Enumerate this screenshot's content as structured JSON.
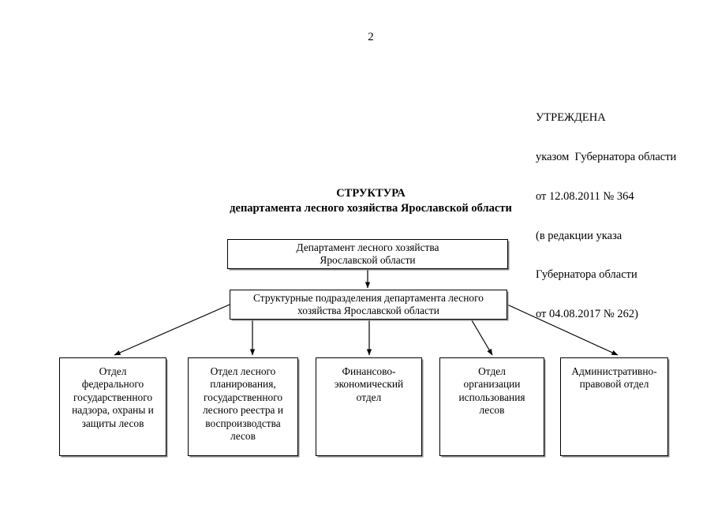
{
  "page": {
    "number": "2"
  },
  "approval": {
    "lines": [
      "УТРЕЖДЕНА",
      "указом  Губернатора области",
      "от 12.08.2011 № 364",
      "(в редакции указа",
      "Губернатора области",
      "от 04.08.2017 № 262)"
    ]
  },
  "title": {
    "main": "СТРУКТУРА",
    "sub": "департамента лесного хозяйства Ярославской области"
  },
  "chart_data": {
    "type": "diagram",
    "title": "СТРУКТУРА департамента лесного хозяйства Ярославской области",
    "orientation": "top-down",
    "nodes": [
      {
        "id": "n1",
        "label": "Департамент лесного хозяйства\nЯрославской области",
        "level": 0
      },
      {
        "id": "n2",
        "label": "Структурные подразделения департамента лесного\nхозяйства Ярославской области",
        "level": 1
      },
      {
        "id": "n3",
        "label": "Отдел\nфедерального\nгосударственного\nнадзора, охраны и\nзащиты лесов",
        "level": 2
      },
      {
        "id": "n4",
        "label": "Отдел лесного\nпланирования,\nгосударственного\nлесного реестра и\nвоспроизводства\nлесов",
        "level": 2
      },
      {
        "id": "n5",
        "label": "Финансово-\nэкономический\nотдел",
        "level": 2
      },
      {
        "id": "n6",
        "label": "Отдел\nорганизации\nиспользования\nлесов",
        "level": 2
      },
      {
        "id": "n7",
        "label": "Административно-\nправовой отдел",
        "level": 2
      }
    ],
    "edges": [
      {
        "from": "n1",
        "to": "n2",
        "style": "arrow"
      },
      {
        "from": "n2",
        "to": "n3",
        "style": "arrow"
      },
      {
        "from": "n2",
        "to": "n4",
        "style": "arrow"
      },
      {
        "from": "n2",
        "to": "n5",
        "style": "arrow"
      },
      {
        "from": "n2",
        "to": "n6",
        "style": "arrow"
      },
      {
        "from": "n2",
        "to": "n7",
        "style": "arrow"
      }
    ],
    "colors": {
      "line": "#000000",
      "box_fill": "#ffffff",
      "text": "#000000",
      "shadow": "#8a8a8a"
    }
  }
}
